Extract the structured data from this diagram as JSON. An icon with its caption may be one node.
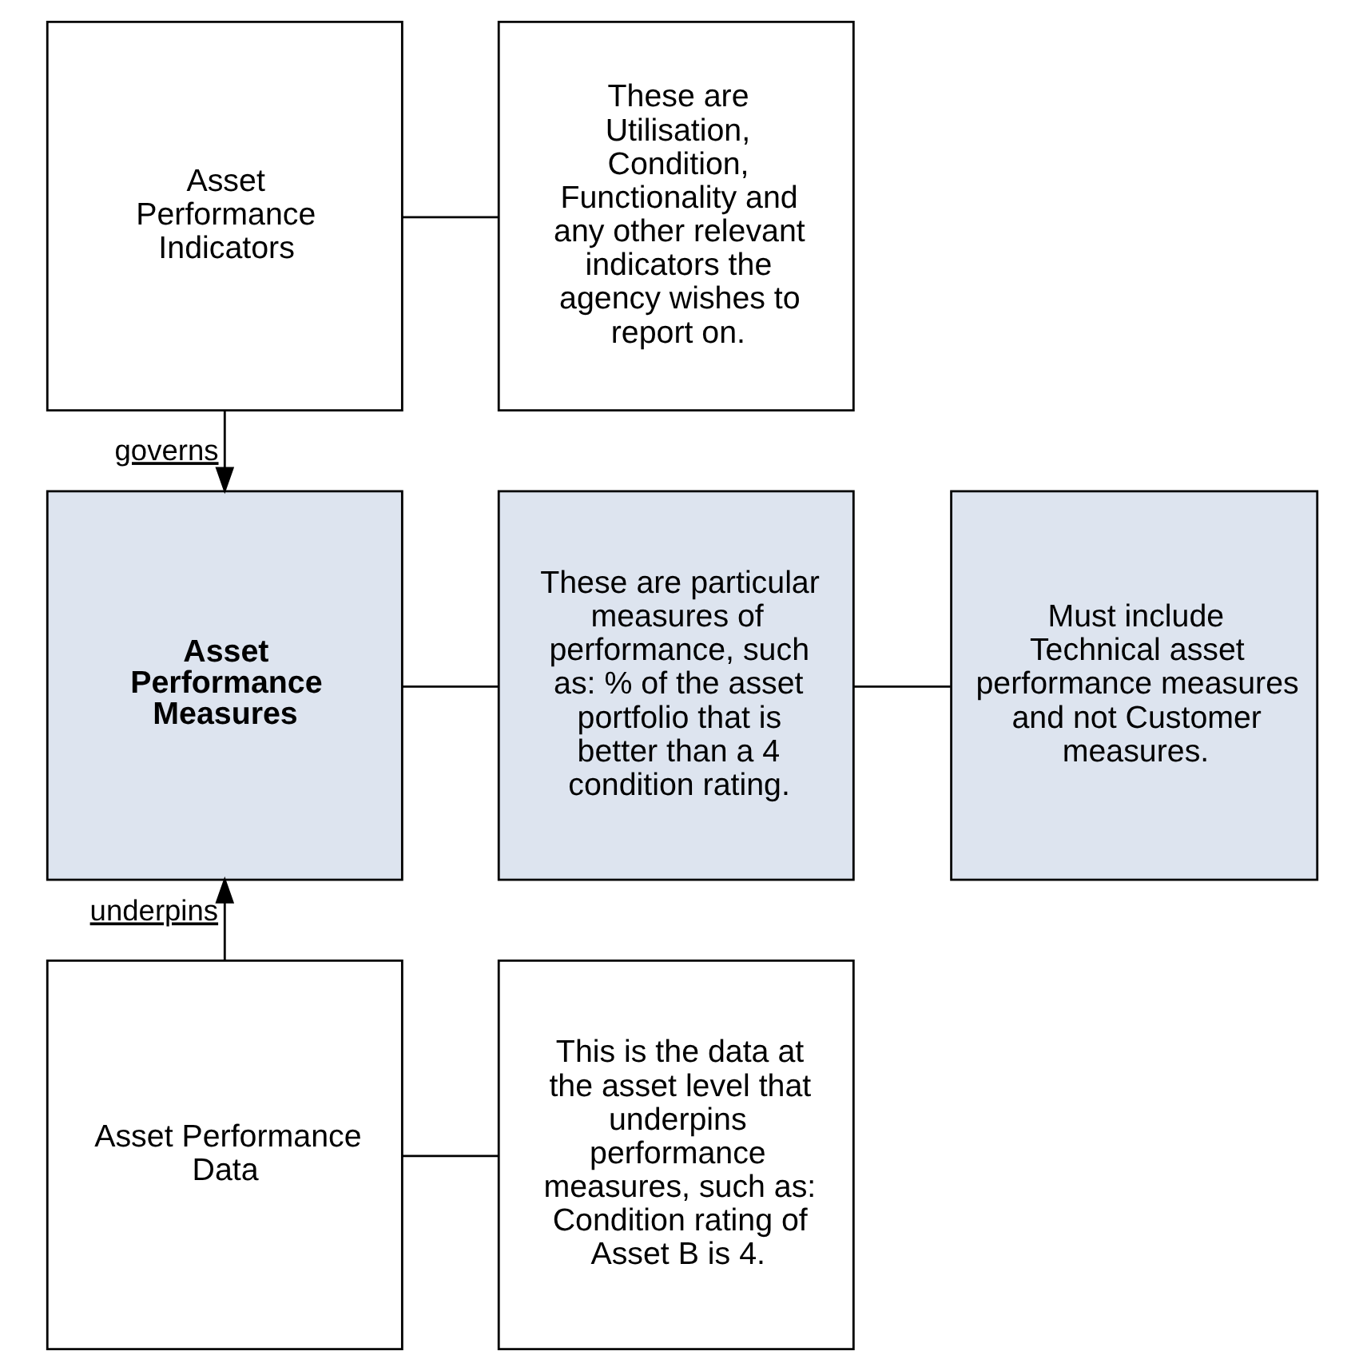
{
  "diagram": {
    "nodes": [
      {
        "text": [
          "Asset Performance Indicators"
        ]
      },
      {
        "text": [
          "These are Utilisation, Condition, Functionality and any other relevant indicators the agency wishes to report on."
        ]
      },
      {
        "text": [
          "Asset Performance Measures"
        ]
      },
      {
        "text": [
          "These are particular measures of performance, such as: % of the asset portfolio that is better than a 4 condition rating."
        ]
      },
      {
        "text": [
          "Must include Technical asset performance measures and not Customer measures."
        ]
      },
      {
        "text": [
          "Asset Performance Data"
        ]
      },
      {
        "text": [
          "This is the data at the asset level that underpins performance measures, such as: Condition rating of Asset B is 4."
        ]
      }
    ],
    "edges": [
      {
        "from": 0,
        "to": 2,
        "arrow": "to",
        "label": "governs"
      },
      {
        "from": 0,
        "to": 1,
        "arrow": "none"
      },
      {
        "from": 2,
        "to": 3,
        "arrow": "none"
      },
      {
        "from": 3,
        "to": 4,
        "arrow": "none"
      },
      {
        "from": 5,
        "to": 2,
        "arrow": "to",
        "label": "underpins"
      },
      {
        "from": 5,
        "to": 6,
        "arrow": "none"
      }
    ]
  }
}
